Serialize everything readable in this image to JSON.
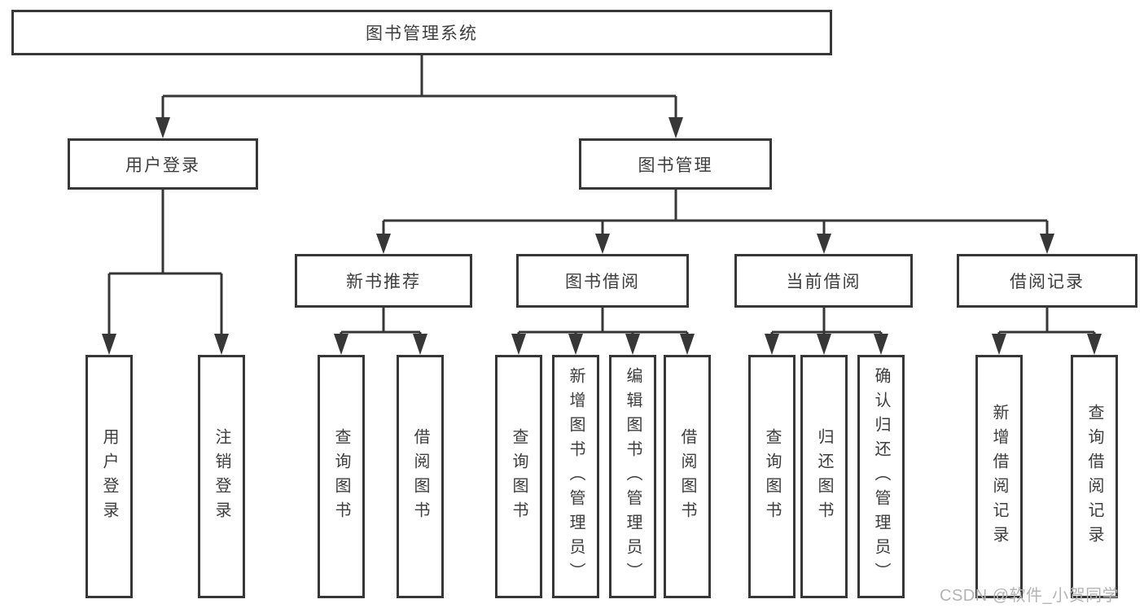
{
  "diagram": {
    "root": "图书管理系统",
    "branches": [
      {
        "label": "用户登录",
        "children": [
          {
            "label": "用户登录"
          },
          {
            "label": "注销登录"
          }
        ]
      },
      {
        "label": "图书管理",
        "sections": [
          {
            "label": "新书推荐",
            "children": [
              {
                "label": "查询图书"
              },
              {
                "label": "借阅图书"
              }
            ]
          },
          {
            "label": "图书借阅",
            "children": [
              {
                "label": "查询图书"
              },
              {
                "label": "新增图书（管理员）"
              },
              {
                "label": "编辑图书（管理员）"
              },
              {
                "label": "借阅图书"
              }
            ]
          },
          {
            "label": "当前借阅",
            "children": [
              {
                "label": "查询图书"
              },
              {
                "label": "归还图书"
              },
              {
                "label": "确认归还（管理员）"
              }
            ]
          },
          {
            "label": "借阅记录",
            "children": [
              {
                "label": "新增借阅记录"
              },
              {
                "label": "查询借阅记录"
              }
            ]
          }
        ]
      }
    ]
  },
  "watermark": {
    "text": "CSDN @软件_小贺同学",
    "color": "#b4b4b4"
  },
  "colors": {
    "line": "#373737",
    "text": "#3d3d3d",
    "background": "#ffffff"
  }
}
